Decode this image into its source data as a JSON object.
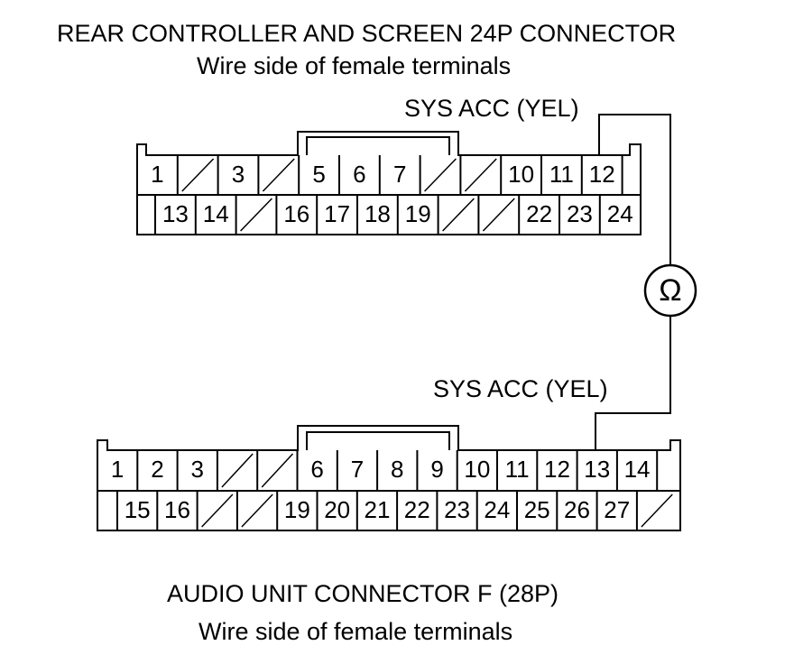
{
  "top_connector": {
    "title": "REAR CONTROLLER AND SCREEN 24P CONNECTOR",
    "subtitle": "Wire side of female terminals",
    "probe_label": "SYS ACC (YEL)",
    "row1": [
      "1",
      "",
      "3",
      "",
      "5",
      "6",
      "7",
      "",
      "",
      "10",
      "11",
      "12"
    ],
    "row2": [
      "13",
      "14",
      "",
      "16",
      "17",
      "18",
      "19",
      "",
      "",
      "22",
      "23",
      "24"
    ]
  },
  "meter": {
    "symbol": "Ω"
  },
  "bottom_connector": {
    "probe_label": "SYS ACC (YEL)",
    "title": "AUDIO UNIT CONNECTOR F (28P)",
    "subtitle": "Wire side of female terminals",
    "row1": [
      "1",
      "2",
      "3",
      "",
      "",
      "6",
      "7",
      "8",
      "9",
      "10",
      "11",
      "12",
      "13",
      "14"
    ],
    "row2": [
      "15",
      "16",
      "",
      "",
      "19",
      "20",
      "21",
      "22",
      "23",
      "24",
      "25",
      "26",
      "27",
      ""
    ]
  },
  "colors": {
    "line": "#000000",
    "background": "#ffffff"
  }
}
